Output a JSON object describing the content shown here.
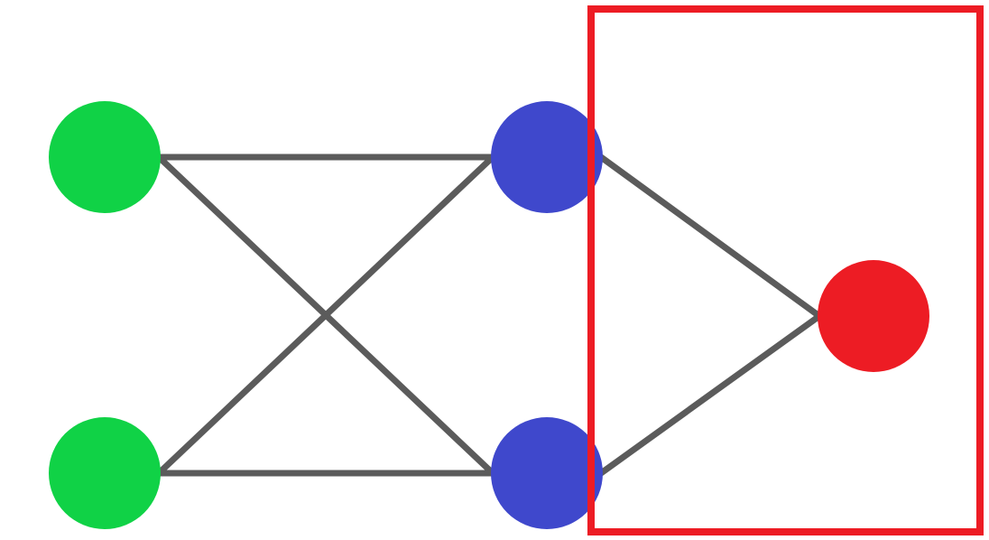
{
  "diagram": {
    "colors": {
      "input_node": "#10d246",
      "hidden_node": "#3f48cc",
      "output_node": "#ed1c24",
      "edge": "#5b5b5b",
      "highlight_box": "#ed1c24",
      "background": "#ffffff"
    },
    "nodes": [
      {
        "id": "input-1",
        "role": "input",
        "layer": 0,
        "index": 0
      },
      {
        "id": "input-2",
        "role": "input",
        "layer": 0,
        "index": 1
      },
      {
        "id": "hidden-1",
        "role": "hidden",
        "layer": 1,
        "index": 0
      },
      {
        "id": "hidden-2",
        "role": "hidden",
        "layer": 1,
        "index": 1
      },
      {
        "id": "output-1",
        "role": "output",
        "layer": 2,
        "index": 0
      }
    ],
    "edges": [
      {
        "from": "input-1",
        "to": "hidden-1"
      },
      {
        "from": "input-1",
        "to": "hidden-2"
      },
      {
        "from": "input-2",
        "to": "hidden-1"
      },
      {
        "from": "input-2",
        "to": "hidden-2"
      },
      {
        "from": "hidden-1",
        "to": "output-1"
      },
      {
        "from": "hidden-2",
        "to": "output-1"
      }
    ],
    "highlight": {
      "covers": [
        "hidden-1",
        "hidden-2",
        "output-1"
      ]
    }
  }
}
